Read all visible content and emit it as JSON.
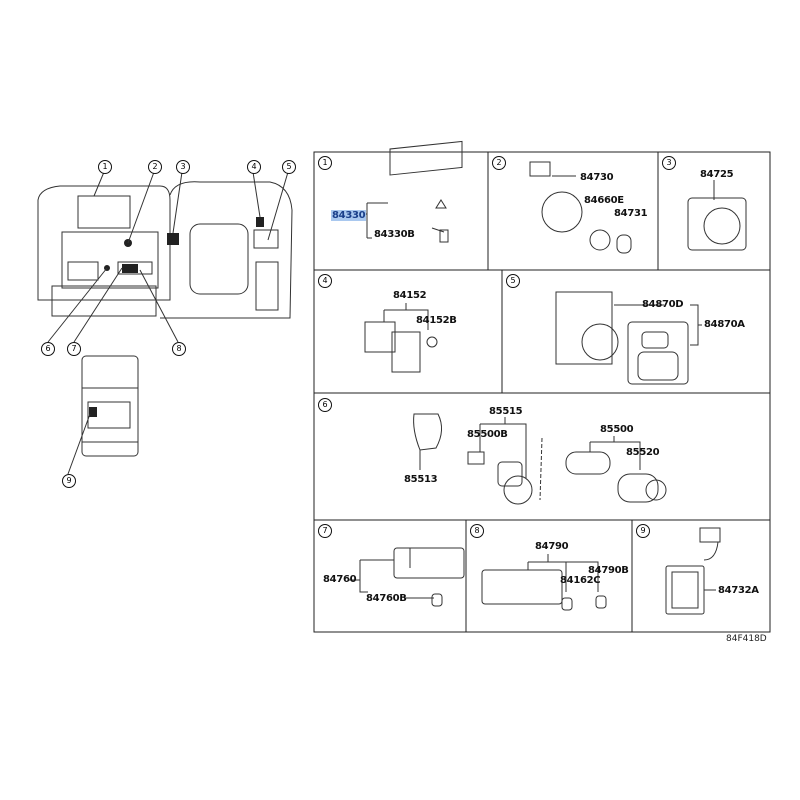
{
  "overview": {
    "callouts": [
      "1",
      "2",
      "3",
      "4",
      "5",
      "6",
      "7",
      "8",
      "9"
    ]
  },
  "panels": [
    {
      "num": "1",
      "parts": [
        "84330",
        "84330B"
      ],
      "highlighted": "84330"
    },
    {
      "num": "2",
      "parts": [
        "84730",
        "84660E",
        "84731"
      ]
    },
    {
      "num": "3",
      "parts": [
        "84725"
      ]
    },
    {
      "num": "4",
      "parts": [
        "84152",
        "84152B"
      ]
    },
    {
      "num": "5",
      "parts": [
        "84870D",
        "84870A"
      ]
    },
    {
      "num": "6",
      "parts": [
        "85515",
        "85500B",
        "85513",
        "85500",
        "85520"
      ]
    },
    {
      "num": "7",
      "parts": [
        "84760",
        "84760B"
      ]
    },
    {
      "num": "8",
      "parts": [
        "84790",
        "84790B",
        "84162C"
      ]
    },
    {
      "num": "9",
      "parts": [
        "84732A"
      ]
    }
  ],
  "diagram_code": "84F418D"
}
